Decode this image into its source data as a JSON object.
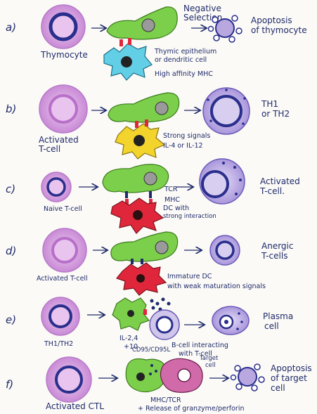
{
  "rows": [
    {
      "label": "a)",
      "left_caption": "Thymocyte",
      "top_note": [
        "Negative",
        "Selection"
      ],
      "cell_notes": [
        "Thymic epithelium",
        "or dendritic cell",
        "High affinity MHC"
      ],
      "result": [
        "Apoptosis",
        "of thymocyte"
      ]
    },
    {
      "label": "b)",
      "left_caption": [
        "Activated",
        "T-cell"
      ],
      "cell_notes": [
        "Strong signals",
        "IL-4 or IL-12"
      ],
      "result": [
        "TH1",
        "or TH2"
      ]
    },
    {
      "label": "c)",
      "left_caption": "Naive T-cell",
      "cell_notes": [
        "TCR",
        "MHC",
        "DC with",
        "strong interaction"
      ],
      "result": [
        "Activated",
        "T-cell."
      ]
    },
    {
      "label": "d)",
      "left_caption": "Activated T-cell",
      "cell_notes": [
        "Immature DC",
        "with weak maturation signals"
      ],
      "result": [
        "Anergic",
        "T-cells"
      ]
    },
    {
      "label": "e)",
      "left_caption": "TH1/TH2",
      "cell_notes": [
        "IL-2,4",
        "+10",
        "B-cell interacting",
        "with T-cell"
      ],
      "result": [
        "Plasma",
        "cell"
      ]
    },
    {
      "label": "f)",
      "left_caption": "Activated CTL",
      "cell_notes": [
        "CD95/CD95L",
        "Target",
        "cell",
        "MHC/TCR",
        "+ Release of granzyme/perforin"
      ],
      "result": [
        "Apoptosis",
        "of target",
        "cell"
      ]
    }
  ],
  "colors": {
    "ink": "#1f2a6b",
    "tcell_fill": "#d7a6e0",
    "tcell_ring": "#2a2f8c",
    "green": "#7ccf4a",
    "cyan": "#63cfe6",
    "yellow": "#f3d42c",
    "red": "#e0263a",
    "nucleus_grey": "#9a9a9a",
    "result_fill": "#b9a8e0",
    "pink_target": "#d06aa8"
  }
}
